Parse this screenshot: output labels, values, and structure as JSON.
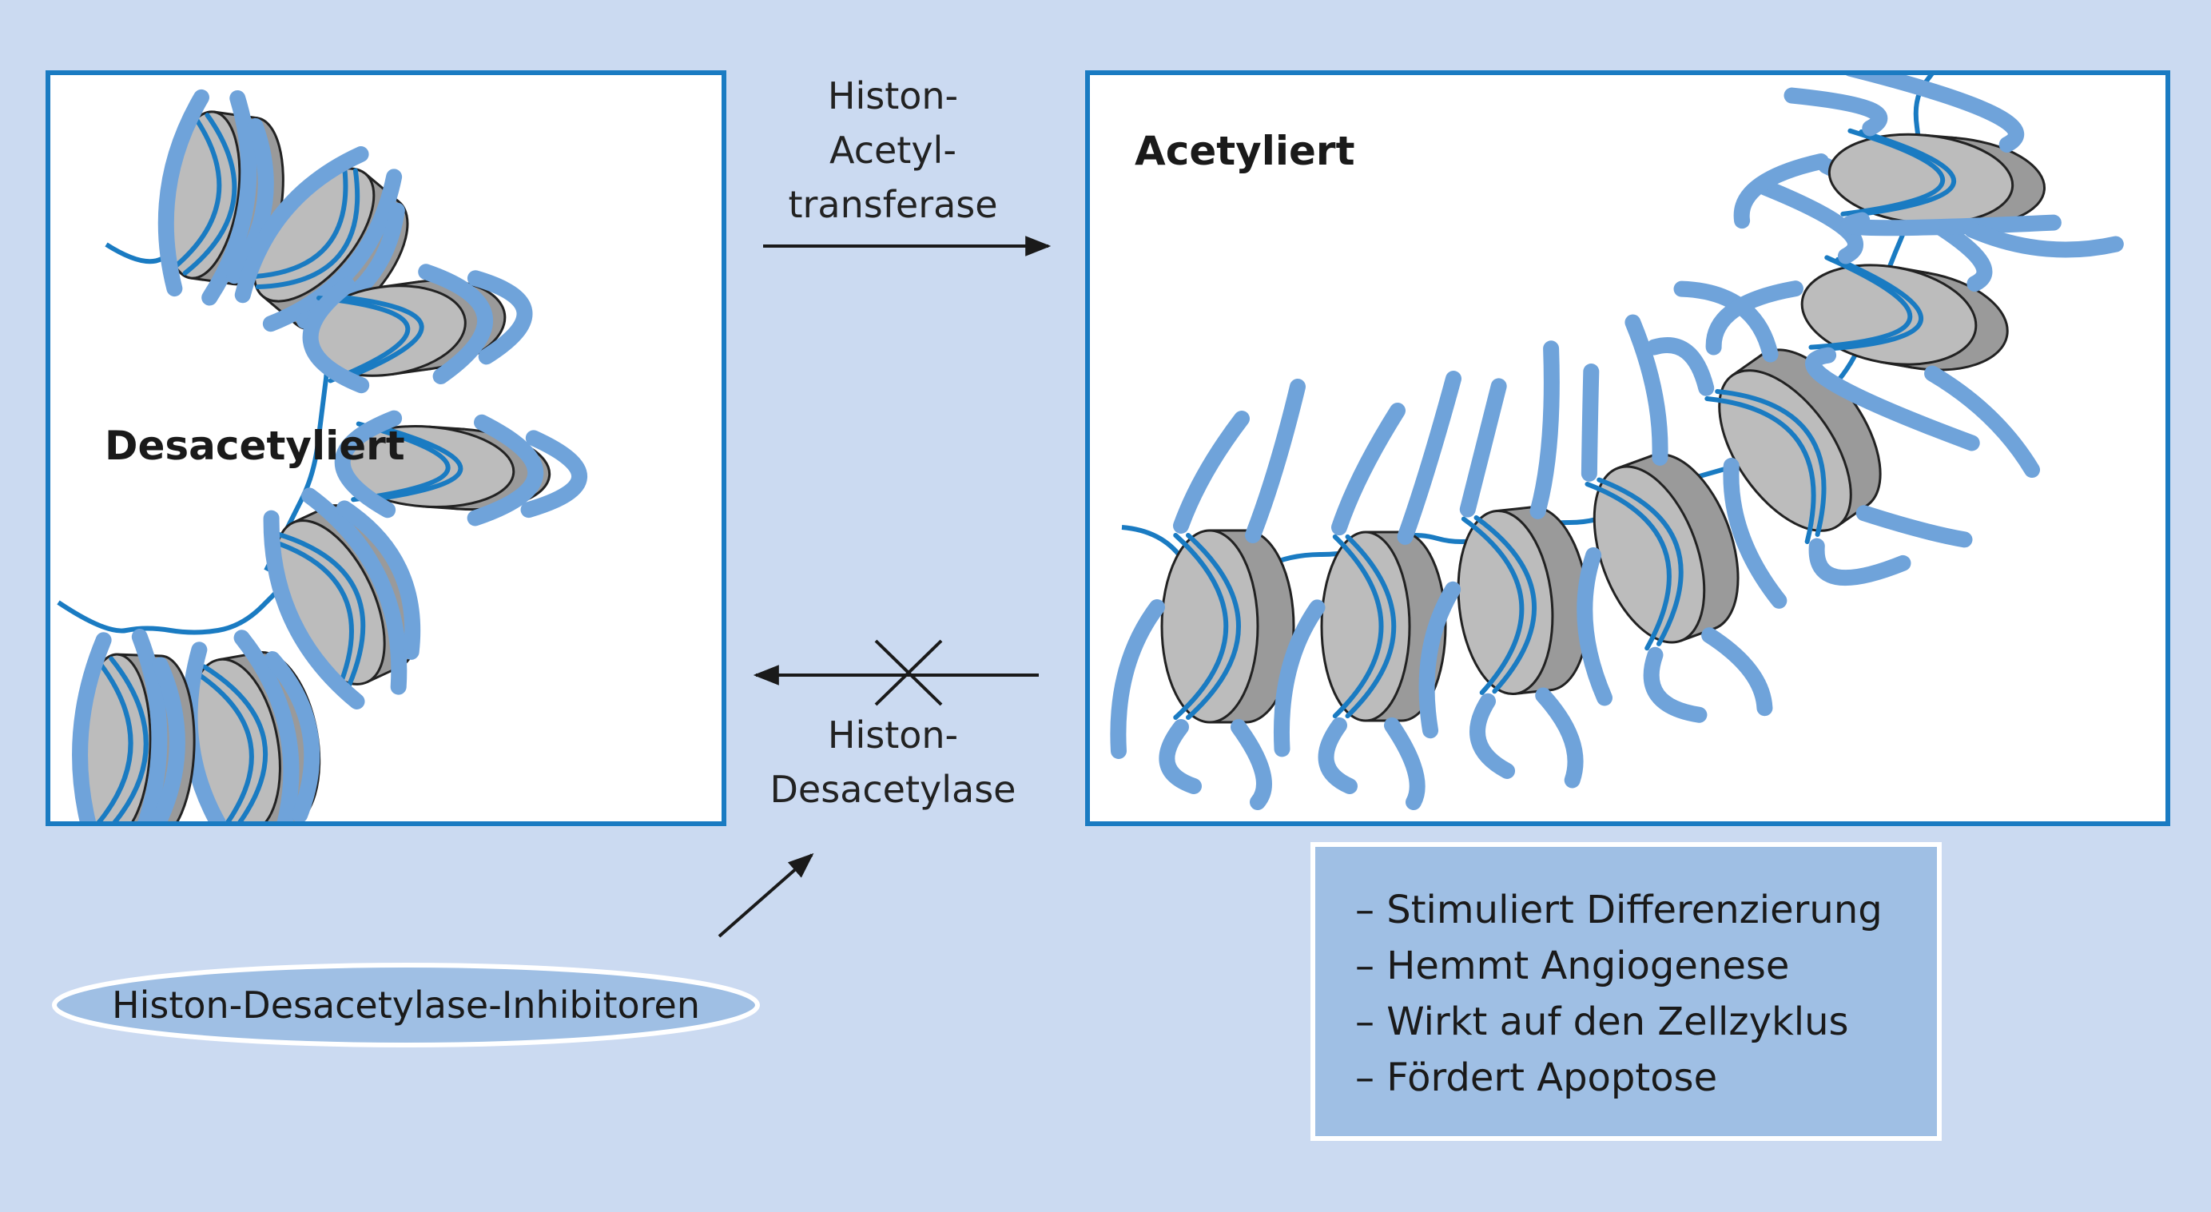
{
  "panels": {
    "left_title": "Desacetyliert",
    "right_title": "Acetyliert"
  },
  "enzymes": {
    "top_lines": [
      "Histon-",
      "Acetyl-",
      "transferase"
    ],
    "bottom_lines": [
      "Histon-",
      "Desacetylase"
    ]
  },
  "inhibitor": {
    "label": "Histon-Desacetylase-Inhibitoren"
  },
  "effects": {
    "items": [
      "– Stimuliert Differenzierung",
      "– Hemmt Angiogenese",
      "– Wirkt auf den Zellzyklus",
      "– Fördert Apoptose"
    ]
  },
  "colors": {
    "background": "#cbdaf1",
    "panel_border": "#1a7bc2",
    "dna_strand": "#1a7bc2",
    "histone_tail": "#6fa3da",
    "histone_body": "#bcbcbc",
    "histone_side": "#9a9a9a",
    "effects_fill": "#9fbfe4"
  }
}
